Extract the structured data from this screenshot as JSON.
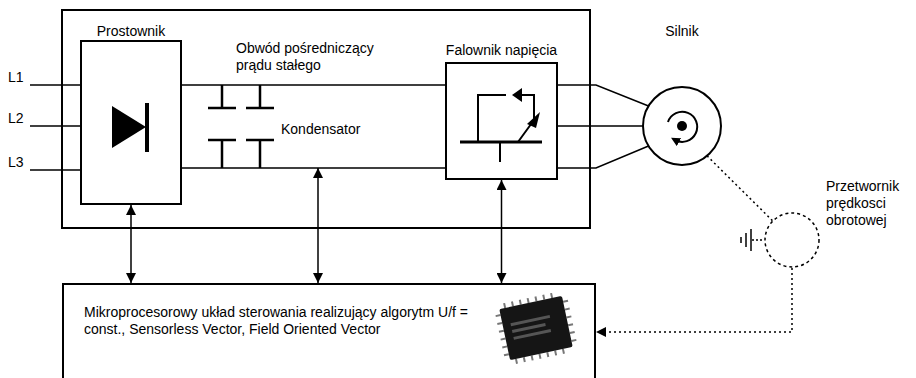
{
  "diagram": {
    "nodes": [
      {
        "text": [
          "Prostownik"
        ]
      },
      {
        "text": [
          "Falownik napięcia"
        ]
      },
      {
        "text": [
          "Silnik"
        ]
      },
      {
        "text": [
          "Przetwornik prędkosci obrotowej"
        ]
      },
      {
        "text": [
          "Mikroprocesorowy układ sterowania realizujący algorytm U/f = const., Sensorless Vector, Field Oriented Vector"
        ]
      }
    ],
    "edges": [
      {
        "from": 0,
        "to": 1,
        "arrow": "none"
      },
      {
        "from": 1,
        "to": 2,
        "arrow": "none"
      },
      {
        "from": 0,
        "to": 4,
        "arrow": "both"
      },
      {
        "from": 1,
        "to": 4,
        "arrow": "both"
      },
      {
        "from": 2,
        "to": 3,
        "arrow": "none"
      },
      {
        "from": 3,
        "to": 4,
        "arrow": "to"
      }
    ],
    "labels": [
      "L1",
      "L2",
      "L3",
      "Obwód pośredniczący prądu stałego",
      "Kondensator"
    ]
  }
}
